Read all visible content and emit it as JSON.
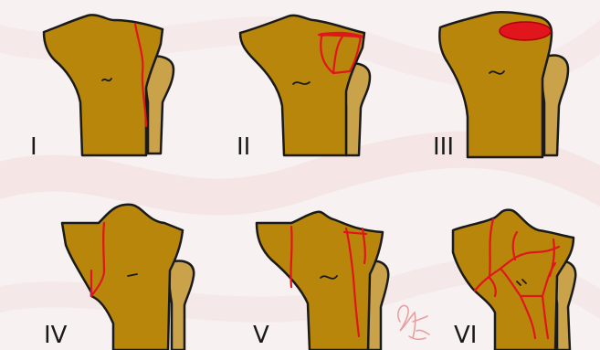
{
  "diagram": {
    "panels": [
      {
        "label": "I"
      },
      {
        "label": "II"
      },
      {
        "label": "III"
      },
      {
        "label": "IV"
      },
      {
        "label": "V"
      },
      {
        "label": "VI"
      }
    ]
  },
  "colors": {
    "bone": "#b8860b",
    "fibula_light": "#c9a24a",
    "fracture": "#e0161c",
    "outline": "#1a1a1a",
    "background": "#f7f1f1"
  },
  "icons": {
    "signature": "artist-signature-icon"
  }
}
